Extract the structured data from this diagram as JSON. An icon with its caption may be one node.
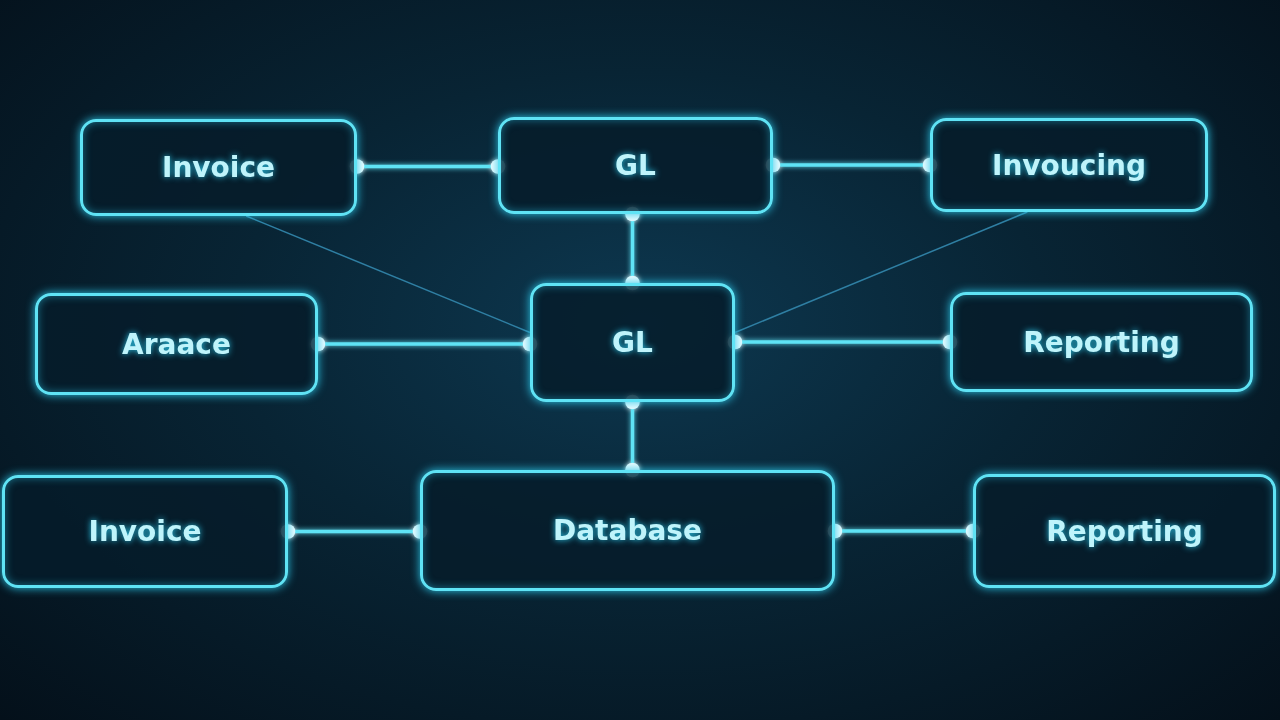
{
  "diagram": {
    "nodes": [
      {
        "text": [
          "Invoice"
        ]
      },
      {
        "text": [
          "GL"
        ]
      },
      {
        "text": [
          "Invoucing"
        ]
      },
      {
        "text": [
          "Araace"
        ]
      },
      {
        "text": [
          "GL"
        ]
      },
      {
        "text": [
          "Reporting"
        ]
      },
      {
        "text": [
          "Invoice"
        ]
      },
      {
        "text": [
          "Database"
        ]
      },
      {
        "text": [
          "Reporting"
        ]
      }
    ],
    "edges": [
      {
        "from": 0,
        "to": 1,
        "arrow": "other"
      },
      {
        "from": 1,
        "to": 2,
        "arrow": "other"
      },
      {
        "from": 1,
        "to": 4,
        "arrow": "other"
      },
      {
        "from": 3,
        "to": 4,
        "arrow": "other"
      },
      {
        "from": 4,
        "to": 5,
        "arrow": "other"
      },
      {
        "from": 4,
        "to": 7,
        "arrow": "other"
      },
      {
        "from": 6,
        "to": 7,
        "arrow": "other"
      },
      {
        "from": 7,
        "to": 8,
        "arrow": "other"
      },
      {
        "from": 0,
        "to": 4,
        "arrow": "none",
        "color": "#2f7fa3"
      },
      {
        "from": 2,
        "to": 4,
        "arrow": "none",
        "color": "#2f7fa3"
      }
    ]
  }
}
